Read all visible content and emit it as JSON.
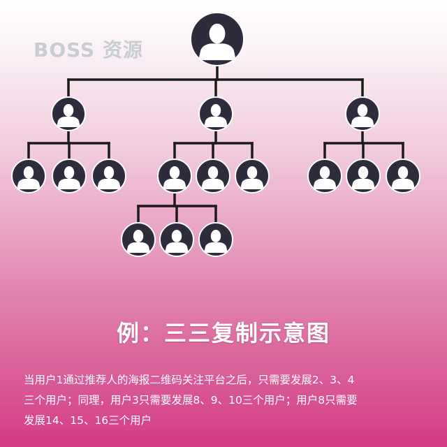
{
  "watermark": "BOSS 资源",
  "colors": {
    "node_fill": "#2e2b3c",
    "node_border": "#ffffff",
    "silhouette": "#ffffff",
    "connector": "#1b1b1b"
  },
  "icon": "user-avatar-icon",
  "tree": {
    "id": "1",
    "children": [
      {
        "id": "2",
        "children": [
          {
            "id": "5"
          },
          {
            "id": "6"
          },
          {
            "id": "7"
          }
        ]
      },
      {
        "id": "3",
        "children": [
          {
            "id": "8",
            "children": [
              {
                "id": "14"
              },
              {
                "id": "15"
              },
              {
                "id": "16"
              }
            ]
          },
          {
            "id": "9"
          },
          {
            "id": "10"
          }
        ]
      },
      {
        "id": "4",
        "children": [
          {
            "id": "11"
          },
          {
            "id": "12"
          },
          {
            "id": "13"
          }
        ]
      }
    ]
  },
  "title": "例：三三复制示意图",
  "description": [
    "当用户1通过推荐人的海报二维码关注平台之后，只需要发展2、3、4",
    "三个用户；同理，用户3只需要发展8、9、10三个用户；用户8只需要",
    "发展14、15、16三个用户"
  ]
}
